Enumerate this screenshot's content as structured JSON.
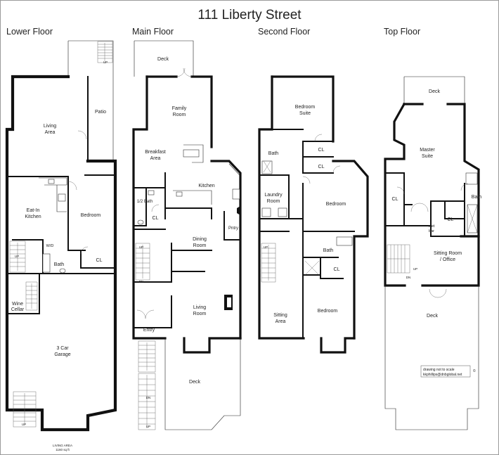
{
  "title": "111 Liberty Street",
  "floors": {
    "lower": "Lower Floor",
    "main": "Main Floor",
    "second": "Second Floor",
    "top": "Top Floor"
  },
  "rooms": {
    "lower": {
      "patio": "Patio",
      "living_area_1": "Living",
      "living_area_2": "Area",
      "eatin_1": "Eat-In",
      "eatin_2": "Kitchen",
      "bedroom": "Bedroom",
      "wd": "W/D",
      "bath": "Bath",
      "cl": "CL",
      "wine_1": "Wine",
      "wine_2": "Cellar",
      "garage_1": "3 Car",
      "garage_2": "Garage"
    },
    "main": {
      "deck_top": "Deck",
      "family_1": "Family",
      "family_2": "Room",
      "breakfast_1": "Breakfast",
      "breakfast_2": "Area",
      "kitchen": "Kitchen",
      "half_bath": "1/2 Bath",
      "cl": "CL",
      "pntry": "Pntry",
      "dining_1": "Dining",
      "dining_2": "Room",
      "living_1": "Living",
      "living_2": "Room",
      "entry": "Entry",
      "deck_bottom": "Deck"
    },
    "second": {
      "bedroom_suite_1": "Bedroom",
      "bedroom_suite_2": "Suite",
      "bath_1": "Bath",
      "cl_1": "CL",
      "cl_2": "CL",
      "laundry_1": "Laundry",
      "laundry_2": "Room",
      "bedroom_mid": "Bedroom",
      "bath_2": "Bath",
      "cl_3": "CL",
      "sitting_1": "Sitting",
      "sitting_2": "Area",
      "bedroom_bottom": "Bedroom"
    },
    "top": {
      "deck_top": "Deck",
      "master_1": "Master",
      "master_2": "Suite",
      "cl_1": "CL",
      "bath": "Bath",
      "wet_1": "wet",
      "wet_2": "bar",
      "cl_2": "CL",
      "sitting_1": "Sitting Room",
      "sitting_2": "/ Office",
      "deck_bottom": "Deck"
    }
  },
  "stair_labels": {
    "up": "UP",
    "dn": "DN"
  },
  "notes": {
    "scale_1": "drawing not to scale",
    "scale_2": "kkphillips@dnbglobal.net",
    "copyright": "©",
    "living_area_1": "LIVING AREA",
    "living_area_2": "1160 sq ft"
  },
  "colors": {
    "walls": "#111111",
    "background": "#ffffff",
    "frame": "#9a9a9a"
  }
}
